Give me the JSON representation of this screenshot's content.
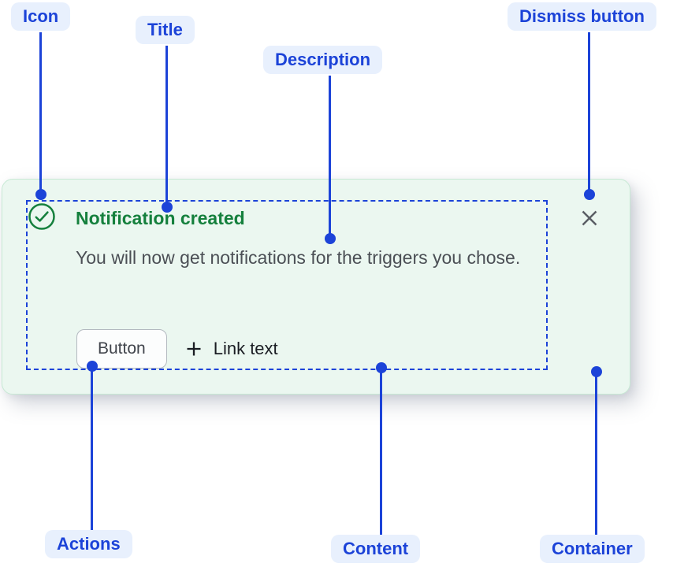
{
  "callouts": {
    "icon": {
      "label": "Icon"
    },
    "title": {
      "label": "Title"
    },
    "description": {
      "label": "Description"
    },
    "dismiss_button": {
      "label": "Dismiss button"
    },
    "actions": {
      "label": "Actions"
    },
    "content": {
      "label": "Content"
    },
    "container": {
      "label": "Container"
    }
  },
  "notification": {
    "title": "Notification created",
    "description": "You will now get notifications for the triggers you chose.",
    "actions": {
      "button_label": "Button",
      "link_label": "Link text"
    },
    "icons": {
      "status": "success-check-circle-icon",
      "link_prefix": "plus-icon",
      "dismiss": "close-icon"
    }
  },
  "colors": {
    "annotation_blue": "#1c43d8",
    "annotation_pill_bg": "#e8f0fd",
    "success_green": "#15803d",
    "card_background": "#ebf7f0",
    "card_border": "#c7e9d4",
    "body_text": "#4b4f55",
    "dismiss_gray": "#5a5e64"
  }
}
